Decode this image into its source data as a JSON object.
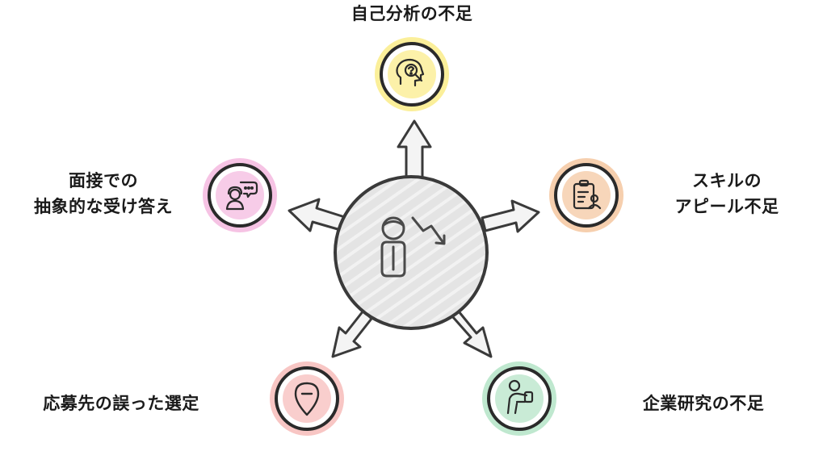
{
  "diagram": {
    "hub": {
      "icon": "person-with-downward-trend-icon"
    },
    "nodes": [
      {
        "id": "self-analysis",
        "label_lines": [
          "自己分析の不足"
        ],
        "icon": "head-question-magnifier-icon",
        "color": "#fbef9a"
      },
      {
        "id": "skill-appeal",
        "label_lines": [
          "スキルの",
          "アピール不足"
        ],
        "icon": "clipboard-profile-icon",
        "color": "#f6cfae"
      },
      {
        "id": "company-research",
        "label_lines": [
          "企業研究の不足"
        ],
        "icon": "person-researching-icon",
        "color": "#bfe8cf"
      },
      {
        "id": "wrong-choice",
        "label_lines": [
          "応募先の誤った選定"
        ],
        "icon": "location-pin-minus-icon",
        "color": "#f8c6c4"
      },
      {
        "id": "interview-answers",
        "label_lines": [
          "面接での",
          "抽象的な受け答え"
        ],
        "icon": "person-speech-bubble-icon",
        "color": "#f6c3e4"
      }
    ]
  }
}
